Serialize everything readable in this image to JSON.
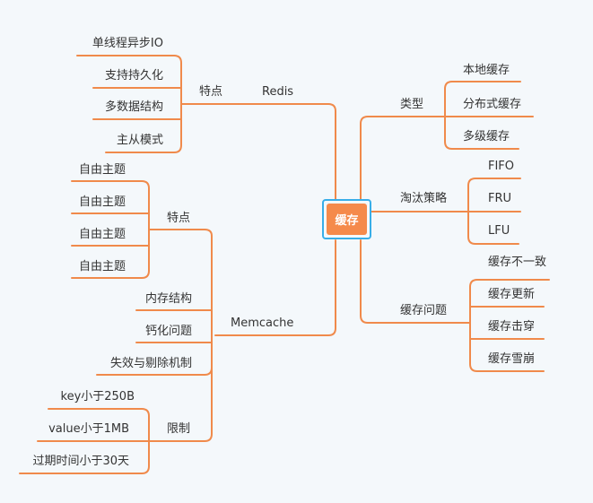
{
  "root": {
    "label": "缓存"
  },
  "colors": {
    "line": "#f08a4b",
    "root_fill": "#f58a4b",
    "root_border": "#38aee8",
    "background": "#f4f8fb",
    "text": "#333333"
  },
  "right": {
    "type": {
      "label": "类型",
      "items": [
        "本地缓存",
        "分布式缓存",
        "多级缓存"
      ]
    },
    "eviction": {
      "label": "淘汰策略",
      "items": [
        "FIFO",
        "FRU",
        "LFU"
      ]
    },
    "issues": {
      "label": "缓存问题",
      "items": [
        "缓存不一致",
        "缓存更新",
        "缓存击穿",
        "缓存雪崩"
      ]
    }
  },
  "left": {
    "redis": {
      "label": "Redis",
      "features": {
        "label": "特点",
        "items": [
          "单线程异步IO",
          "支持持久化",
          "多数据结构",
          "主从模式"
        ]
      }
    },
    "memcache": {
      "label": "Memcache",
      "features": {
        "label": "特点",
        "items": [
          "自由主题",
          "自由主题",
          "自由主题",
          "自由主题"
        ]
      },
      "direct": [
        "内存结构",
        "钙化问题",
        "失效与剔除机制"
      ],
      "limits": {
        "label": "限制",
        "items": [
          "key小于250B",
          "value小于1MB",
          "过期时间小于30天"
        ]
      }
    }
  }
}
